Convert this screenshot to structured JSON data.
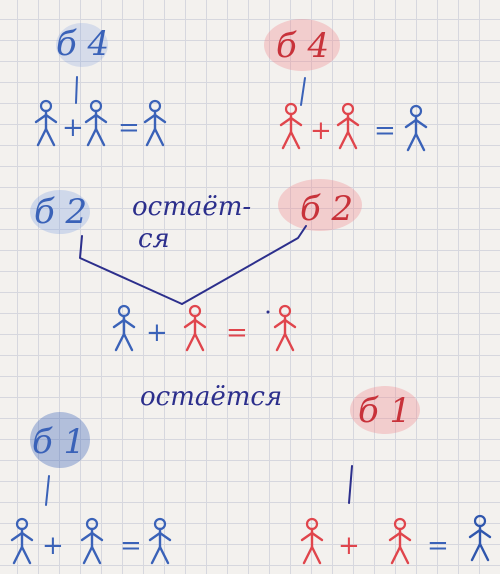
{
  "colors": {
    "blue": "#3a62b8",
    "red": "#e0454c",
    "navy": "#2c2f8c",
    "blue_shade": "#7f9ee0",
    "red_shade": "#f08a90",
    "paper": "#f3f1ee",
    "grid": "#d6d7de"
  },
  "top_left": {
    "label": "б 4",
    "equation": {
      "plus": "+",
      "equals": "="
    }
  },
  "top_right": {
    "label": "б 4",
    "equation": {
      "plus": "+",
      "equals": "="
    }
  },
  "middle": {
    "left_label": "б 2",
    "right_label": "б 2",
    "word_line1": "остаёт-",
    "word_line2": "ся",
    "equation": {
      "plus": "+",
      "equals": "="
    }
  },
  "word_bottom": "остаётся",
  "bottom_left": {
    "label": "б 1",
    "equation": {
      "plus": "+",
      "equals": "="
    }
  },
  "bottom_right": {
    "label": "б 1",
    "equation": {
      "plus": "+",
      "equals": "="
    }
  }
}
